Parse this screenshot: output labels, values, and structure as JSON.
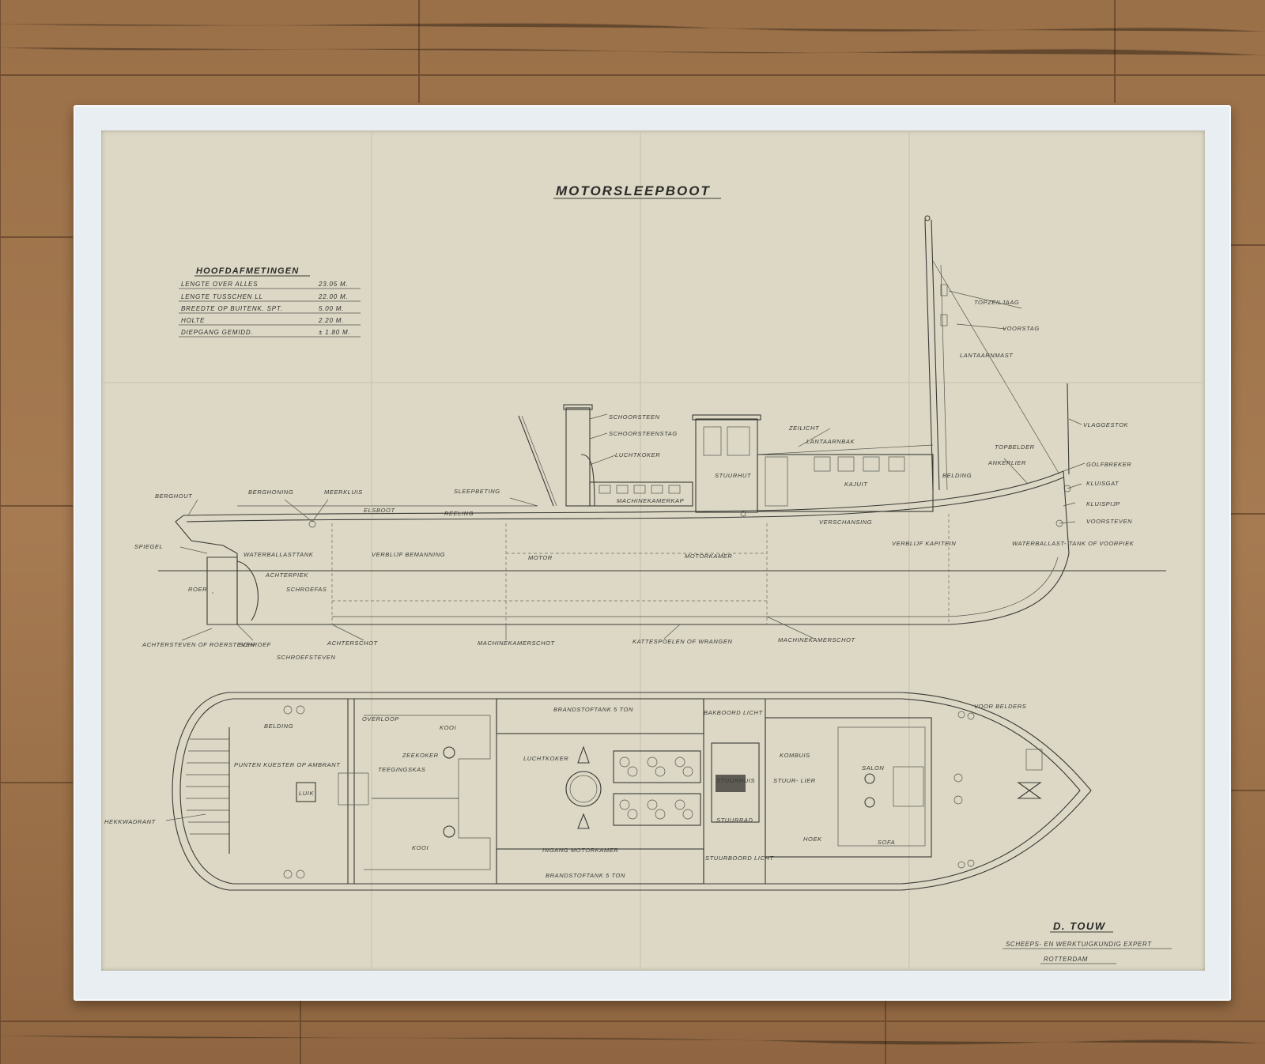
{
  "title": "MOTORSLEEPBOOT",
  "dimensions": {
    "heading": "HOOFDAFMETINGEN",
    "rows": [
      {
        "label": "LENGTE OVER ALLES",
        "value": "23.05 M."
      },
      {
        "label": "LENGTE TUSSCHEN LL",
        "value": "22.00 M."
      },
      {
        "label": "BREEDTE OP BUITENK. SPT.",
        "value": "5.00 M."
      },
      {
        "label": "HOLTE",
        "value": "2.20 M."
      },
      {
        "label": "DIEPGANG GEMIDD.",
        "value": "± 1.80 M."
      }
    ]
  },
  "side_labels": {
    "bergholt": "BERGHOUT",
    "berghoning": "BERGHONING",
    "meerklug": "MEERKLUIS",
    "sleepbeting": "SLEEPBETING",
    "spiegel": "SPIEGEL",
    "eikboot": "ELSBOOT",
    "reeling": "REELING",
    "schoorsteen": "SCHOORSTEEN",
    "schoorsteenstag": "SCHOORSTEENSTAG",
    "luchtkoker": "LUCHTKOKER",
    "machinekamerkap": "MACHINEKAMERKAP",
    "stuurhut": "STUURHUT",
    "zeilicht": "ZEILICHT",
    "lantaarnbak": "LANTAARNBAK",
    "kajuit": "KAJUIT",
    "belding": "BELDING",
    "topzeiljaag": "TOPZEILJAAG",
    "voorstag": "VOORSTAG",
    "lantaarnmast": "LANTAARNMAST",
    "vlaggestok": "VLAGGESTOK",
    "topbelder": "TOPBELDER",
    "ankerlier": "ANKERLIER",
    "golfbreker": "GOLFBREKER",
    "kluisgat": "KLUISGAT",
    "kluispijp": "KLUISPIJP",
    "voorsteven": "VOORSTEVEN",
    "verschansing": "VERSCHANSING",
    "verblijf_kapitein": "VERBLIJF KAPITEIN",
    "waterballasttank": "WATERBALLASTTANK",
    "verblijf_bemanning": "VERBLIJF BEMANNING",
    "motor": "MOTOR",
    "motorkamer": "MOTORKAMER",
    "waterballast_voor": "WATERBALLAST- TANK OF VOORPIEK",
    "roer": "ROER",
    "achterpiek": "ACHTERPIEK",
    "schroefas": "SCHROEFAS",
    "achtersteven": "ACHTERSTEVEN OF ROERSTEVEN",
    "schroef": "SCHROEF",
    "achterschot": "ACHTERSCHOT",
    "schroefsteven": "SCHROEFSTEVEN",
    "machinekamerschot": "MACHINEKAMERSCHOT",
    "kattespoelen": "KATTESPOELEN OF WRANGEN",
    "machinekamerschot2": "MACHINEKAMERSCHOT"
  },
  "plan_labels": {
    "brandstoftank_top": "BRANDSTOFTANK 5 TON",
    "brandstoftank_bot": "BRANDSTOFTANK 5 TON",
    "overloop": "OVERLOOP",
    "kooi1": "KOOI",
    "kooi2": "KOOI",
    "zeekoker": "ZEEKOKER",
    "tafel": "TEEGINGSKAS",
    "punten_kuester": "PUNTEN KUESTER OP AMBRANT",
    "luik": "LUIK",
    "belding": "BELDING",
    "hekkwadrant": "HEKKWADRANT",
    "luchtkoker": "LUCHTKOKER",
    "ingang": "INGANG MOTORKAMER",
    "bakboord_licht": "BAKBOORD LICHT",
    "stuurboord_licht": "STUURBOORD LICHT",
    "stuurhuis": "STUURHUIS",
    "stuurrad": "STUURRAD",
    "kombuis": "KOMBUIS",
    "salon": "SALON",
    "sofa": "SOFA",
    "hoek": "HOEK",
    "voor_belders": "VOOR BELDERS",
    "stuurlier": "STUUR- LIER"
  },
  "signature": {
    "name": "D. TOUW",
    "line1": "SCHEEPS- EN WERKTUIGKUNDIG EXPERT",
    "line2": "ROTTERDAM"
  }
}
